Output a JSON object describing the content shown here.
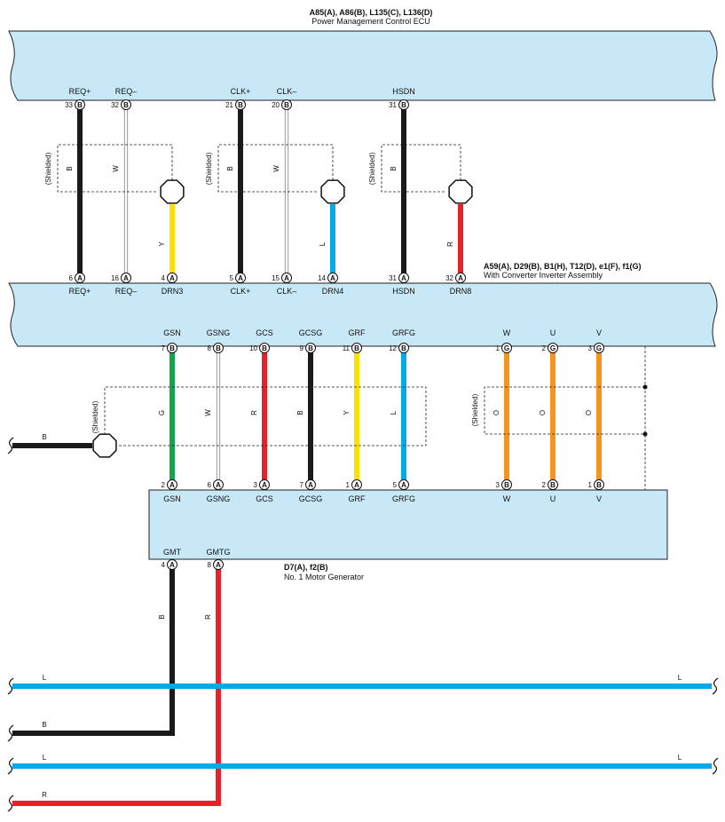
{
  "colors": {
    "B": "#1a1a1a",
    "W": "#ffffff",
    "Y": "#ffe000",
    "L": "#00a9e8",
    "R": "#e8202a",
    "G": "#12a64b",
    "O": "#f7941d",
    "box_fill": "#c8e8f8",
    "box_stroke": "#222222"
  },
  "ecu": {
    "title": "A85(A), A86(B), L135(C), L136(D)",
    "subtitle": "Power Management Control ECU",
    "pins": [
      {
        "id": "req-plus",
        "name": "REQ+",
        "num": "33",
        "letter": "B"
      },
      {
        "id": "req-minus",
        "name": "REQ–",
        "num": "32",
        "letter": "B"
      },
      {
        "id": "clk-plus",
        "name": "CLK+",
        "num": "21",
        "letter": "B"
      },
      {
        "id": "clk-minus",
        "name": "CLK–",
        "num": "20",
        "letter": "B"
      },
      {
        "id": "hsdn",
        "name": "HSDN",
        "num": "31",
        "letter": "B"
      }
    ]
  },
  "inverter": {
    "title": "A59(A), D29(B), B1(H), T12(D), e1(F), f1(G)",
    "subtitle": "With Converter Inverter Assembly",
    "top_pins": [
      {
        "id": "req-plus",
        "name": "REQ+",
        "num": "6",
        "letter": "A"
      },
      {
        "id": "req-minus",
        "name": "REQ–",
        "num": "16",
        "letter": "A"
      },
      {
        "id": "drn3",
        "name": "DRN3",
        "num": "4",
        "letter": "A"
      },
      {
        "id": "clk-plus",
        "name": "CLK+",
        "num": "5",
        "letter": "A"
      },
      {
        "id": "clk-minus",
        "name": "CLK–",
        "num": "15",
        "letter": "A"
      },
      {
        "id": "drn4",
        "name": "DRN4",
        "num": "14",
        "letter": "A"
      },
      {
        "id": "hsdn",
        "name": "HSDN",
        "num": "31",
        "letter": "A"
      },
      {
        "id": "drn8",
        "name": "DRN8",
        "num": "32",
        "letter": "A"
      }
    ],
    "bottom_pins": [
      {
        "id": "gsn",
        "name": "GSN",
        "num": "7",
        "letter": "B"
      },
      {
        "id": "gsng",
        "name": "GSNG",
        "num": "8",
        "letter": "B"
      },
      {
        "id": "gcs",
        "name": "GCS",
        "num": "10",
        "letter": "B"
      },
      {
        "id": "gcsg",
        "name": "GCSG",
        "num": "9",
        "letter": "B"
      },
      {
        "id": "grf",
        "name": "GRF",
        "num": "11",
        "letter": "B"
      },
      {
        "id": "grfg",
        "name": "GRFG",
        "num": "12",
        "letter": "B"
      },
      {
        "id": "w",
        "name": "W",
        "num": "1",
        "letter": "G"
      },
      {
        "id": "u",
        "name": "U",
        "num": "2",
        "letter": "G"
      },
      {
        "id": "v",
        "name": "V",
        "num": "3",
        "letter": "G"
      }
    ]
  },
  "motor": {
    "title": "D7(A), f2(B)",
    "subtitle": "No.  1 Motor Generator",
    "top_pins": [
      {
        "id": "gsn",
        "name": "GSN",
        "num": "2",
        "letter": "A"
      },
      {
        "id": "gsng",
        "name": "GSNG",
        "num": "6",
        "letter": "A"
      },
      {
        "id": "gcs",
        "name": "GCS",
        "num": "3",
        "letter": "A"
      },
      {
        "id": "gcsg",
        "name": "GCSG",
        "num": "7",
        "letter": "A"
      },
      {
        "id": "grf",
        "name": "GRF",
        "num": "1",
        "letter": "A"
      },
      {
        "id": "grfg",
        "name": "GRFG",
        "num": "5",
        "letter": "A"
      },
      {
        "id": "w",
        "name": "W",
        "num": "3",
        "letter": "B"
      },
      {
        "id": "u",
        "name": "U",
        "num": "2",
        "letter": "B"
      },
      {
        "id": "v",
        "name": "V",
        "num": "1",
        "letter": "B"
      }
    ],
    "bottom_pins": [
      {
        "id": "gmt",
        "name": "GMT",
        "num": "4",
        "letter": "A"
      },
      {
        "id": "gmtg",
        "name": "GMTG",
        "num": "8",
        "letter": "A"
      }
    ]
  },
  "shield_label": "(Shielded)",
  "wires_upper": [
    {
      "id": "req-plus",
      "color": "B"
    },
    {
      "id": "req-minus",
      "color": "W"
    },
    {
      "id": "drn3",
      "color": "Y"
    },
    {
      "id": "clk-plus",
      "color": "B"
    },
    {
      "id": "clk-minus",
      "color": "W"
    },
    {
      "id": "drn4",
      "color": "L"
    },
    {
      "id": "hsdn",
      "color": "B"
    },
    {
      "id": "drn8",
      "color": "R"
    }
  ],
  "wires_middle": [
    {
      "id": "gsn",
      "color": "G"
    },
    {
      "id": "gsng",
      "color": "W"
    },
    {
      "id": "gcs",
      "color": "R"
    },
    {
      "id": "gcsg",
      "color": "B"
    },
    {
      "id": "grf",
      "color": "Y"
    },
    {
      "id": "grfg",
      "color": "L"
    },
    {
      "id": "w",
      "color": "O"
    },
    {
      "id": "u",
      "color": "O"
    },
    {
      "id": "v",
      "color": "O"
    }
  ],
  "wires_lower": [
    {
      "id": "gmt",
      "color": "B"
    },
    {
      "id": "gmtg",
      "color": "R"
    }
  ],
  "ground_wire": {
    "color": "B"
  },
  "horizontal_wires": [
    {
      "id": "h1",
      "left": "L",
      "right": "L",
      "color": "L"
    },
    {
      "id": "h2",
      "left": "B",
      "right": "",
      "color": "B"
    },
    {
      "id": "h3",
      "left": "L",
      "right": "L",
      "color": "L"
    },
    {
      "id": "h4",
      "left": "R",
      "right": "",
      "color": "R"
    }
  ]
}
